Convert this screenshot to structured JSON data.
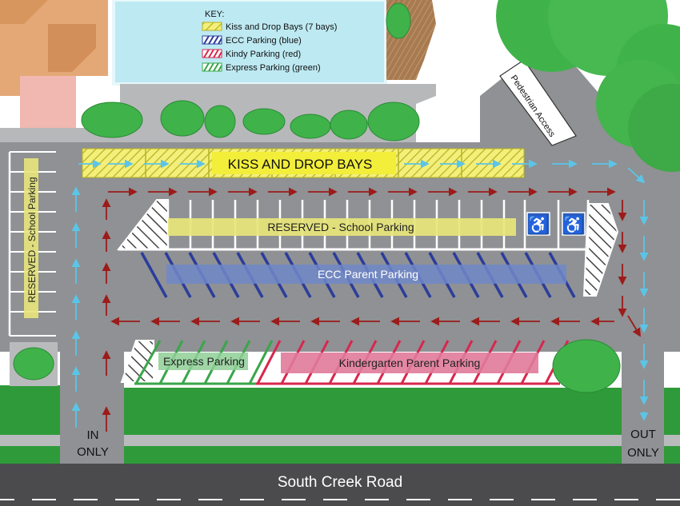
{
  "key": {
    "title": "KEY:",
    "items": [
      {
        "label": "Kiss and Drop Bays  (7 bays)",
        "color": "#f2ee3a"
      },
      {
        "label": "ECC Parking (blue)",
        "color": "#2a3c9c"
      },
      {
        "label": "Kindy Parking (red)",
        "color": "#d8284e"
      },
      {
        "label": "Express Parking (green)",
        "color": "#3aa64a"
      }
    ]
  },
  "labels": {
    "kiss_drop": "KISS AND DROP BAYS",
    "reserved_top": "RESERVED - School Parking",
    "reserved_side": "RESERVED - School Parking",
    "ecc": "ECC Parent Parking",
    "express": "Express Parking",
    "kindy": "Kindergarten Parent Parking",
    "pedestrian": "Pedestrian Access",
    "in_line1": "IN",
    "in_line2": "ONLY",
    "out_line1": "OUT",
    "out_line2": "ONLY",
    "road": "South Creek Road"
  },
  "colors": {
    "asphalt": "#8f9194",
    "lot": "#b9babc",
    "grass": "#2f9a3a",
    "tree": "#3fb34a",
    "pool": "#bde9f2",
    "roof": "#e4a877",
    "road": "#4b4b4d",
    "yellow": "#f2ee3a",
    "blue": "#2a3c9c",
    "red": "#d8284e",
    "green": "#3aa64a",
    "arrow_red": "#9c1b1b",
    "arrow_blue": "#5bc5e8",
    "accessible": "#2d5bb8"
  },
  "icons": [
    "accessible-parking-icon",
    "accessible-parking-icon"
  ]
}
